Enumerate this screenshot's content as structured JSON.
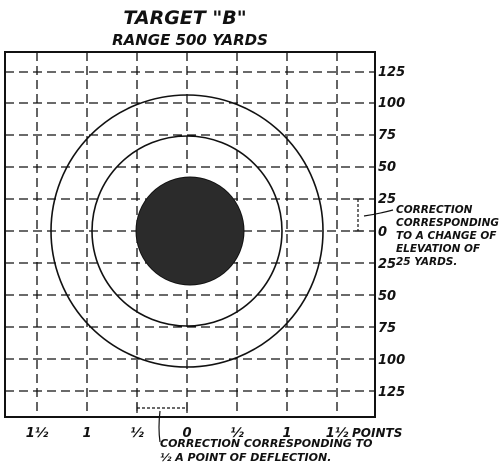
{
  "title": "TARGET \"B\"",
  "subtitle": "RANGE 500 YARDS",
  "elevation_labels_top": [
    "125",
    "100",
    "75",
    "50",
    "25"
  ],
  "elevation_label_zero": "0",
  "elevation_labels_bottom": [
    "25",
    "50",
    "75",
    "100",
    "125"
  ],
  "deflection_labels": [
    "1½",
    "1",
    "½",
    "0",
    "½",
    "1",
    "1½"
  ],
  "deflection_unit": "POINTS",
  "elevation_note": [
    "CORRECTION",
    "CORRESPONDING",
    "TO A CHANGE OF",
    "ELEVATION OF",
    "25 YARDS."
  ],
  "deflection_note": [
    "CORRECTION CORRESPONDING TO",
    "½ A POINT OF DEFLECTION."
  ],
  "colors": {
    "ink": "#111111",
    "bullseye": "#2b2b2b",
    "paper": "#ffffff"
  }
}
